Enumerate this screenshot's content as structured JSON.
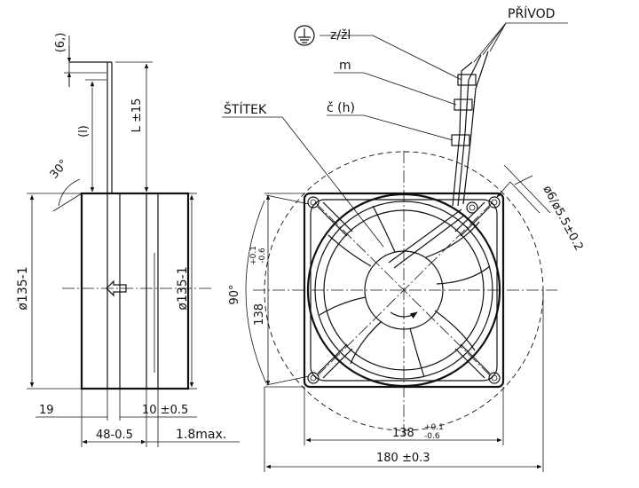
{
  "labels": {
    "dim_6": "(6,)",
    "dim_l": "(l)",
    "dim_L": "L ±15",
    "angle_30": "30°",
    "dia_left": "ø135-1",
    "dia_right": "ø135-1",
    "dim_19": "19",
    "dim_10": "10 ±0.5",
    "dim_48": "48-0.5",
    "dim_18max": "1.8max.",
    "stitek": "ŠTÍTEK",
    "ground_wire": "z/žl",
    "wire_m": "m",
    "wire_c": "č (h)",
    "privod": "PŘÍVOD",
    "hole_dia": "ø6/ø5.5±0.2",
    "angle_90": "90°",
    "dim_138_v": "138",
    "dim_138_v_tol_top": "+0.1",
    "dim_138_v_tol_bot": "-0.6",
    "dim_138_h": "138",
    "dim_138_h_tol_top": "+0.1",
    "dim_138_h_tol_bot": "-0.6",
    "dim_180": "180 ±0.3"
  },
  "icons": {
    "ground": "ground-symbol-icon",
    "arrow": "airflow-arrow-icon"
  },
  "colors": {
    "ink": "#111111",
    "background": "#ffffff"
  }
}
